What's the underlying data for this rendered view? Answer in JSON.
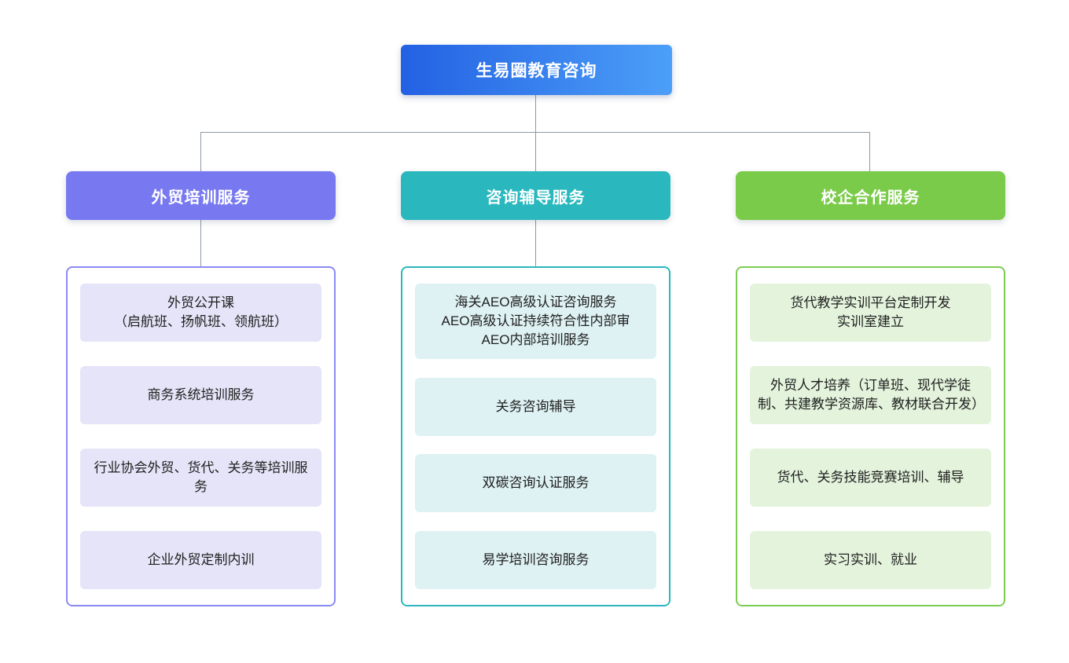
{
  "root": {
    "label": "生易圈教育咨询"
  },
  "branches": [
    {
      "title": "外贸培训服务",
      "items": [
        "外贸公开课\n（启航班、扬帆班、领航班）",
        "商务系统培训服务",
        "行业协会外贸、货代、关务等培训服务",
        "企业外贸定制内训"
      ]
    },
    {
      "title": "咨询辅导服务",
      "items": [
        "海关AEO高级认证咨询服务\nAEO高级认证持续符合性内部审\nAEO内部培训服务",
        "关务咨询辅导",
        "双碳咨询认证服务",
        "易学培训咨询服务"
      ]
    },
    {
      "title": "校企合作服务",
      "items": [
        "货代教学实训平台定制开发\n实训室建立",
        "外贸人才培养（订单班、现代学徒制、共建教学资源库、教材联合开发）",
        "货代、关务技能竞赛培训、辅导",
        "实习实训、就业"
      ]
    }
  ],
  "colors": {
    "connector": "#8f97a3",
    "root_gradient_from": "#2361e3",
    "root_gradient_to": "#4c9ff8",
    "header_text": "#ffffff",
    "item_text": "#1f1f1f",
    "branches": [
      {
        "header": "#7879f1",
        "border": "#8a8bf2",
        "item_bg": "#e5e4f8"
      },
      {
        "header": "#2ab8be",
        "border": "#2ab8be",
        "item_bg": "#def1f3"
      },
      {
        "header": "#7bcb4a",
        "border": "#7ccc52",
        "item_bg": "#e3f3dc"
      }
    ]
  }
}
